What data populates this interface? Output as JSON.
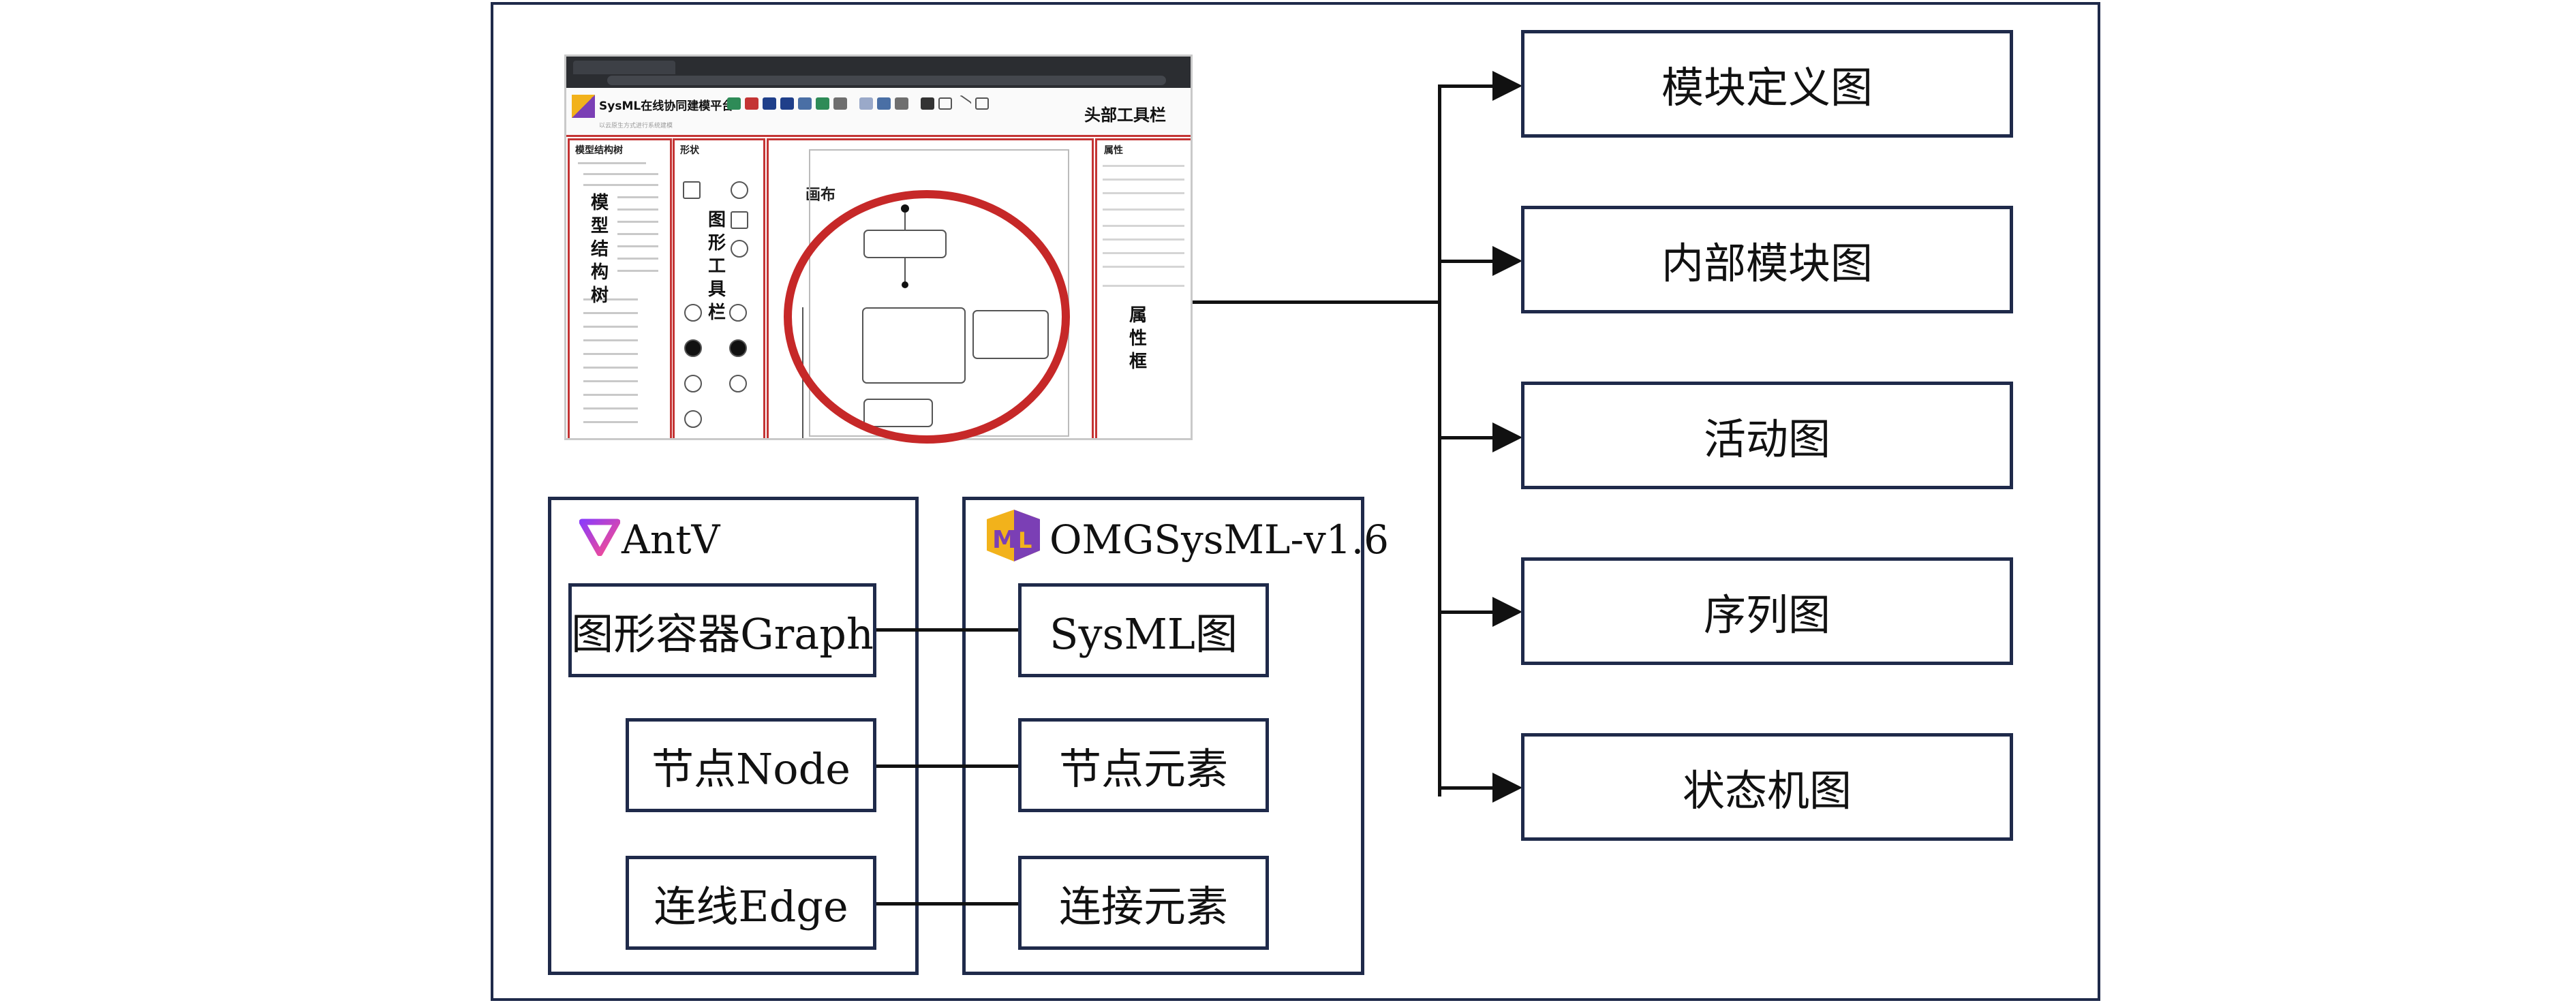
{
  "screenshot": {
    "app_title": "SysML在线协同建模平台",
    "app_subtitle": "以云原生方式进行系统建模",
    "toolbar_label": "头部工具栏",
    "tree_title": "模型结构树",
    "tree_label": "模型结构树",
    "shape_title": "形状",
    "shape_label": "图形工具栏",
    "canvas_label": "画布",
    "props_title": "属性",
    "props_label": "属性框"
  },
  "diagram_types": [
    "模块定义图",
    "内部模块图",
    "活动图",
    "序列图",
    "状态机图"
  ],
  "antv": {
    "title": "AntV",
    "items": [
      "图形容器Graph",
      "节点Node",
      "连线Edge"
    ]
  },
  "sysml": {
    "title": "OMGSysML-v1.6",
    "items": [
      "SysML图",
      "节点元素",
      "连接元素"
    ]
  },
  "colors": {
    "border": "#1f2a4a",
    "highlight": "#c62828",
    "panel_border": "#c43434"
  }
}
